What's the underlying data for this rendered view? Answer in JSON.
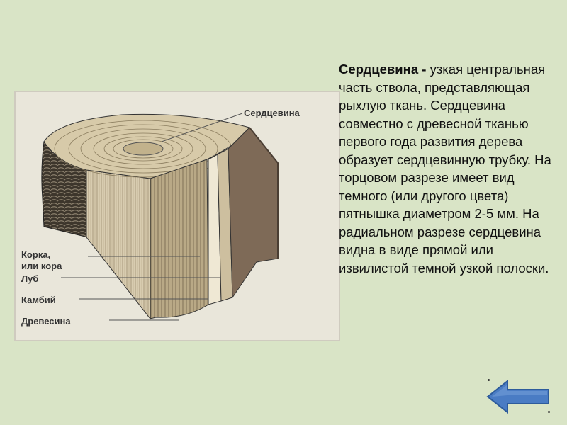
{
  "description": {
    "term": "Сердцевина",
    "dash": " - ",
    "text": "узкая центральная часть ствола, представляющая рыхлую ткань. Сердцевина совместно с древесной тканью первого года развития дерева образует сердцевинную трубку. На торцовом разрезе имеет вид темного (или другого цвета) пятнышка диаметром 2-5 мм. На радиальном разрезе сердцевина видна в виде прямой или извилистой темной узкой полоски."
  },
  "diagram": {
    "labels": {
      "pith": "Сердцевина",
      "bark_line1": "Корка,",
      "bark_line2": "или кора",
      "bast": "Луб",
      "cambium": "Камбий",
      "wood": "Древесина"
    }
  },
  "navigation": {
    "back_icon": "left-arrow-icon",
    "back_color": "#4a7cc4"
  }
}
